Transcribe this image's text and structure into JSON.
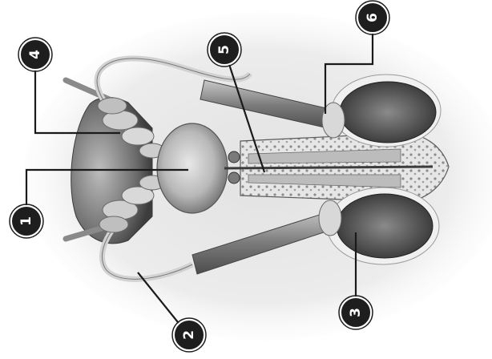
{
  "diagram": {
    "callouts": [
      {
        "id": "prostate",
        "number": "1"
      },
      {
        "id": "vas-deferens",
        "number": "2"
      },
      {
        "id": "testis",
        "number": "3"
      },
      {
        "id": "seminal-vesicle",
        "number": "4"
      },
      {
        "id": "urethra",
        "number": "5"
      },
      {
        "id": "epididymis",
        "number": "6"
      }
    ],
    "colors": {
      "leader": "#1a1a1a",
      "badge_fill": "#1e1e1e",
      "badge_ring": "#ffffff",
      "tissue_dark": "#5e5e5e",
      "tissue_mid": "#9a9a9a",
      "tissue_light": "#d6d6d6",
      "background_haze": "#e4e4e4"
    }
  }
}
